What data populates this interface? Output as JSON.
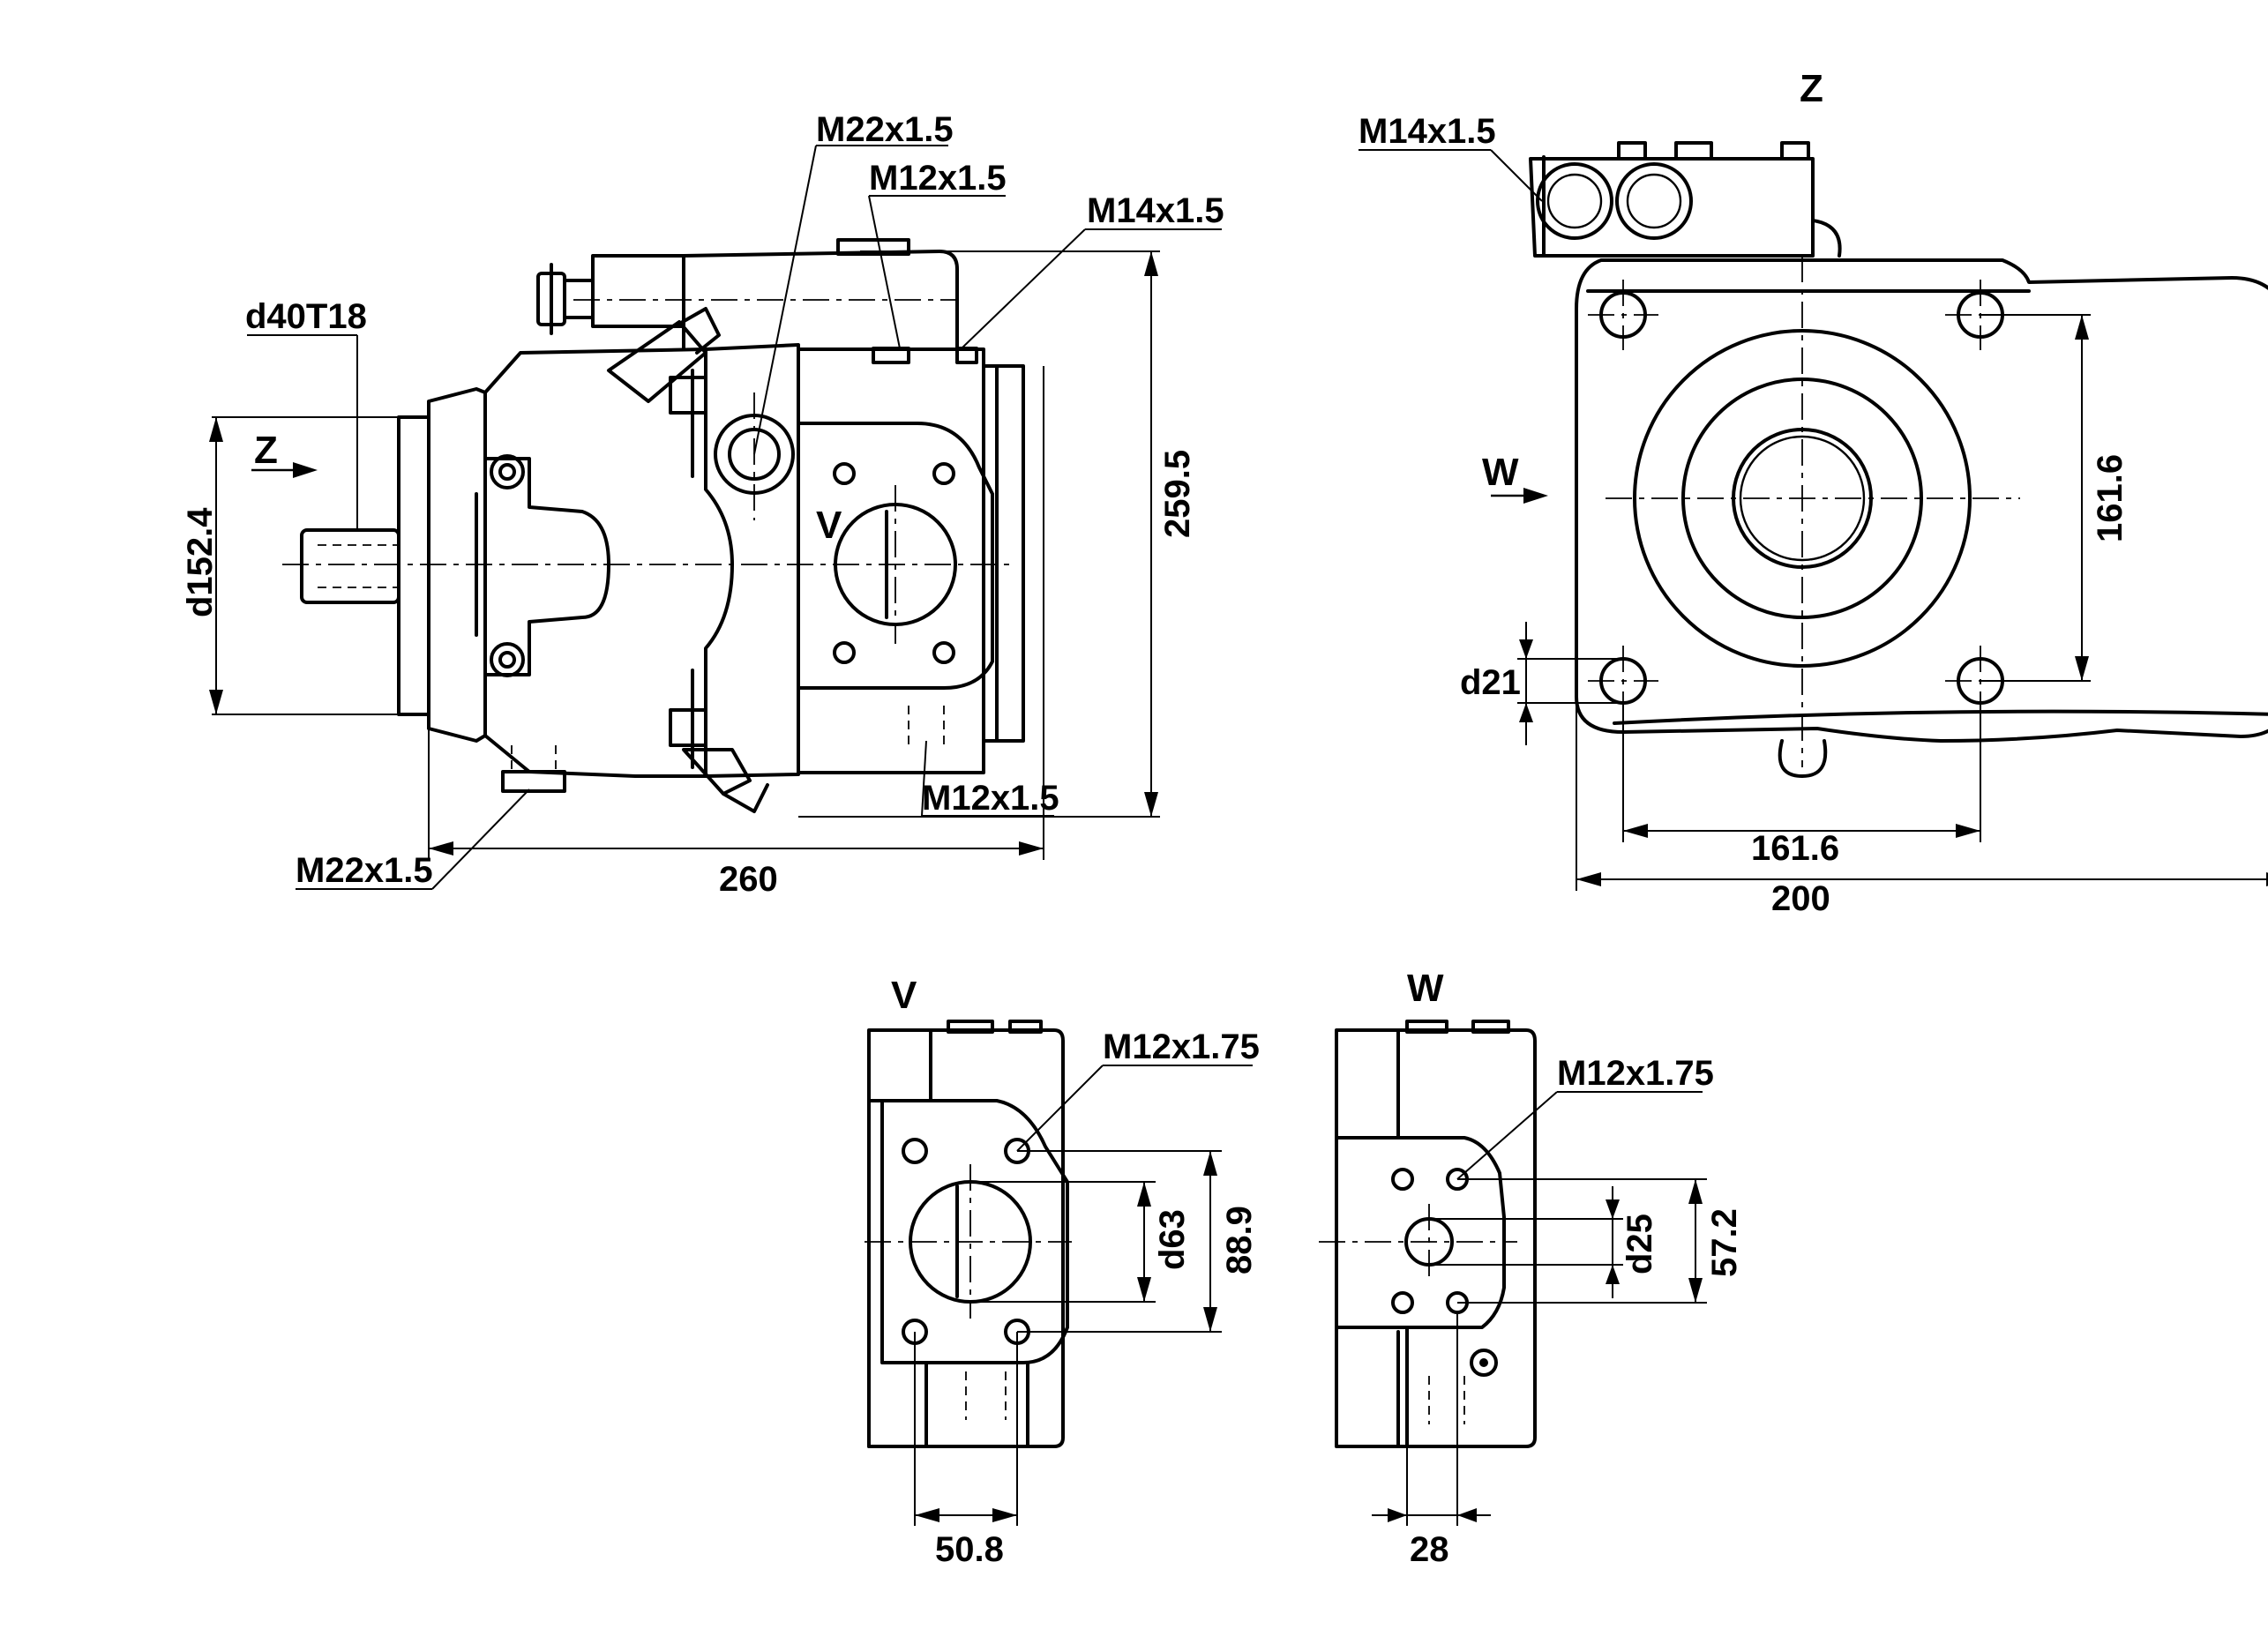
{
  "views": {
    "side": {
      "label_v": "V",
      "label_z": "Z",
      "thread_top_a": "M22x1.5",
      "thread_top_b": "M12x1.5",
      "thread_top_c": "M14x1.5",
      "thread_bottom_right": "M12x1.5",
      "thread_bottom_left": "M22x1.5",
      "shaft": "d40T18",
      "pilot_diameter": "d152.4",
      "height": "259.5",
      "length": "260"
    },
    "front": {
      "label_z": "Z",
      "label_w": "W",
      "thread": "M14x1.5",
      "hole_diameter": "d21",
      "bolt_spacing_v": "161.6",
      "bolt_spacing_h": "161.6",
      "width": "200"
    },
    "port_v": {
      "title": "V",
      "thread": "M12x1.75",
      "port_diameter": "d63",
      "bolt_spacing": "88.9",
      "offset": "50.8"
    },
    "port_w": {
      "title": "W",
      "thread": "M12x1.75",
      "port_diameter": "d25",
      "bolt_spacing": "57.2",
      "offset": "28"
    }
  }
}
